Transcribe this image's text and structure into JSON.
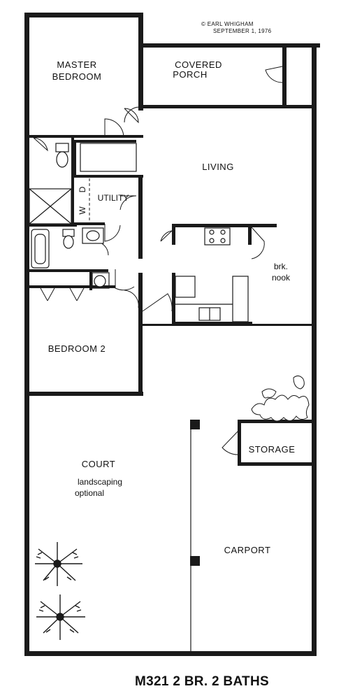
{
  "copyright": {
    "line1": "© EARL WHIGHAM",
    "line2": "SEPTEMBER 1, 1976"
  },
  "rooms": {
    "master_bedroom_line1": "MASTER",
    "master_bedroom_line2": "BEDROOM",
    "covered_porch_line1": "COVERED",
    "covered_porch_line2": "PORCH",
    "living": "LIVING",
    "utility": "UTILITY",
    "washer": "W",
    "dryer": "D",
    "nook_line1": "brk.",
    "nook_line2": "nook",
    "bedroom2": "BEDROOM 2",
    "storage": "STORAGE",
    "court": "COURT",
    "court_note_line1": "landscaping",
    "court_note_line2": "optional",
    "carport": "CARPORT"
  },
  "plan_title": "M321  2 BR. 2 BATHS"
}
